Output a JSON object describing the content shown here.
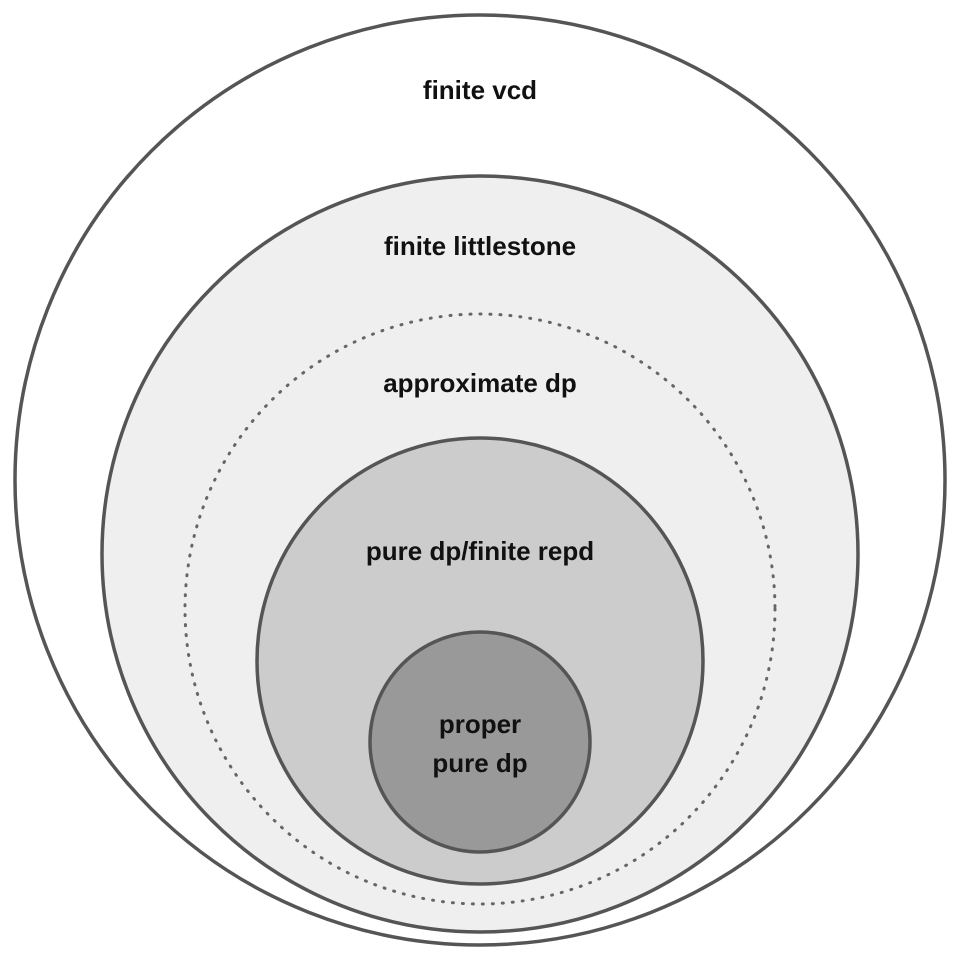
{
  "regions": [
    {
      "label": "finite vcd",
      "color": "#ffffff",
      "border": "solid"
    },
    {
      "label": "finite littlestone",
      "color": "#efefef",
      "border": "solid"
    },
    {
      "label": "approximate dp",
      "color": "#efefef",
      "border": "dotted"
    },
    {
      "label": "pure dp/finite repd",
      "color": "#cccccc",
      "border": "solid"
    },
    {
      "label_lines": [
        "proper",
        "pure dp"
      ],
      "color": "#999999",
      "border": "solid"
    }
  ],
  "outline_color": "#555555"
}
